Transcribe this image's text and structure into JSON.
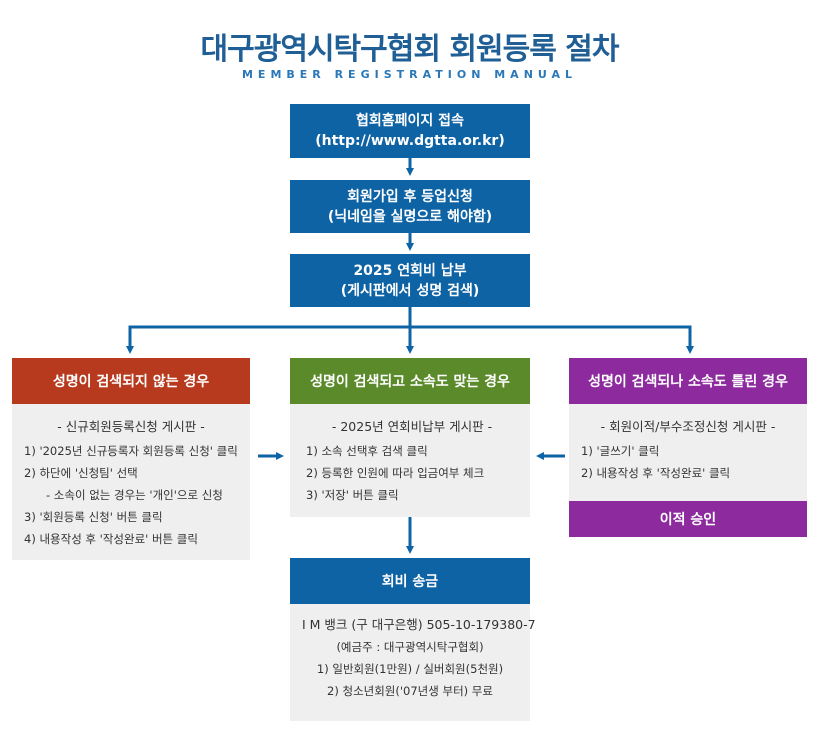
{
  "title": "대구광역시탁구협회 회원등록 절차",
  "subtitle": "MEMBER REGISTRATION MANUAL",
  "steps": [
    {
      "line1": "협회홈페이지 접속",
      "line2": "(http://www.dgtta.or.kr)"
    },
    {
      "line1": "회원가입 후 등업신청",
      "line2": "(닉네임을 실명으로 해야함)"
    },
    {
      "line1": "2025 연회비 납부",
      "line2": "(게시판에서 성명 검색)"
    }
  ],
  "cases": {
    "not_found": {
      "header": "성명이 검색되지 않는 경우",
      "box_title": "- 신규회원등록신청 게시판 -",
      "items": [
        "1) '2025년 신규등록자 회원등록 신청' 클릭",
        "2) 하단에 '신청팀' 선택",
        "- 소속이 없는 경우는 '개인'으로 신청",
        "3) '회원등록 신청' 버튼 클릭",
        "4) 내용작성 후 '작성완료' 버튼 클릭"
      ],
      "color": "#b83a1e"
    },
    "found_match": {
      "header": "성명이 검색되고 소속도 맞는 경우",
      "box_title": "- 2025년 연회비납부 게시판 -",
      "items": [
        "1) 소속 선택후 검색 클릭",
        "2) 등록한 인원에 따라 입금여부 체크",
        "3) '저장' 버튼 클릭"
      ],
      "color": "#5a8a2a"
    },
    "found_mismatch": {
      "header": "성명이 검색되나 소속도 틀린 경우",
      "box_title": "- 회원이적/부수조정신청 게시판 -",
      "items": [
        "1) '글쓰기' 클릭",
        "2) 내용작성 후 '작성완료' 클릭"
      ],
      "approval": "이적 승인",
      "color": "#8d2a9e"
    }
  },
  "payment": {
    "header": "회비 송금",
    "bank": "I M 뱅크 (구 대구은행) 505-10-179380-7",
    "holder": "(예금주 : 대구광역시탁구협회)",
    "items": [
      "1) 일반회원(1만원) / 실버회원(5천원)",
      "2) 청소년회원('07년생 부터) 무료"
    ]
  },
  "colors": {
    "step_blue": "#0e63a5",
    "title_blue": "#1f5f96",
    "box_gray": "#efefef"
  }
}
